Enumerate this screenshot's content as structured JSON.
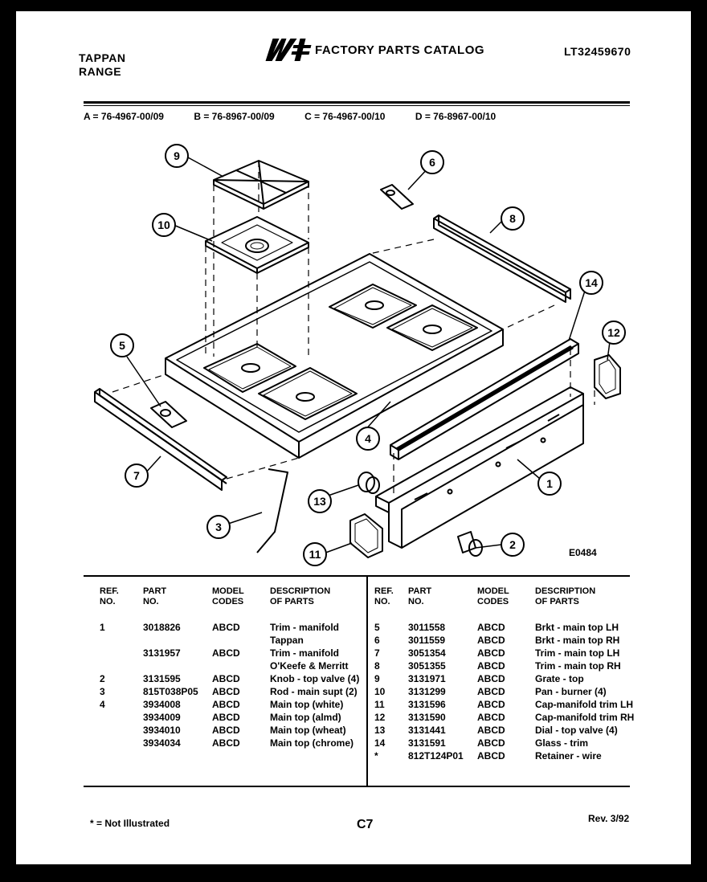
{
  "header": {
    "brand_line1": "TAPPAN",
    "brand_line2": "RANGE",
    "logo_text": "WCI",
    "catalog_title": "FACTORY PARTS CATALOG",
    "doc_number": "LT32459670"
  },
  "models": [
    "A = 76-4967-00/09",
    "B = 76-8967-00/09",
    "C = 76-4967-00/10",
    "D = 76-8967-00/10"
  ],
  "callouts": [
    "1",
    "2",
    "3",
    "4",
    "5",
    "6",
    "7",
    "8",
    "9",
    "10",
    "11",
    "12",
    "13",
    "14"
  ],
  "figure_code": "E0484",
  "table_headers": {
    "ref": "REF.\nNO.",
    "part": "PART\nNO.",
    "model": "MODEL\nCODES",
    "desc": "DESCRIPTION\nOF PARTS"
  },
  "parts_left": [
    {
      "ref": "1",
      "part": "3018826",
      "model": "ABCD",
      "desc": "Trim - manifold"
    },
    {
      "ref": "",
      "part": "",
      "model": "",
      "desc": "Tappan"
    },
    {
      "ref": "",
      "part": "3131957",
      "model": "ABCD",
      "desc": "Trim - manifold"
    },
    {
      "ref": "",
      "part": "",
      "model": "",
      "desc": "O'Keefe & Merritt"
    },
    {
      "ref": "2",
      "part": "3131595",
      "model": "ABCD",
      "desc": "Knob - top valve (4)"
    },
    {
      "ref": "3",
      "part": "815T038P05",
      "model": "ABCD",
      "desc": "Rod - main supt (2)"
    },
    {
      "ref": "4",
      "part": "3934008",
      "model": "ABCD",
      "desc": "Main top (white)"
    },
    {
      "ref": "",
      "part": "3934009",
      "model": "ABCD",
      "desc": "Main top (almd)"
    },
    {
      "ref": "",
      "part": "3934010",
      "model": "ABCD",
      "desc": "Main top (wheat)"
    },
    {
      "ref": "",
      "part": "3934034",
      "model": "ABCD",
      "desc": "Main top (chrome)"
    }
  ],
  "parts_right": [
    {
      "ref": "5",
      "part": "3011558",
      "model": "ABCD",
      "desc": "Brkt - main top LH"
    },
    {
      "ref": "6",
      "part": "3011559",
      "model": "ABCD",
      "desc": "Brkt - main top RH"
    },
    {
      "ref": "7",
      "part": "3051354",
      "model": "ABCD",
      "desc": "Trim - main top LH"
    },
    {
      "ref": "8",
      "part": "3051355",
      "model": "ABCD",
      "desc": "Trim - main top RH"
    },
    {
      "ref": "9",
      "part": "3131971",
      "model": "ABCD",
      "desc": "Grate - top"
    },
    {
      "ref": "10",
      "part": "3131299",
      "model": "ABCD",
      "desc": "Pan - burner (4)"
    },
    {
      "ref": "11",
      "part": "3131596",
      "model": "ABCD",
      "desc": "Cap-manifold trim LH"
    },
    {
      "ref": "12",
      "part": "3131590",
      "model": "ABCD",
      "desc": "Cap-manifold trim RH"
    },
    {
      "ref": "13",
      "part": "3131441",
      "model": "ABCD",
      "desc": "Dial - top valve (4)"
    },
    {
      "ref": "14",
      "part": "3131591",
      "model": "ABCD",
      "desc": "Glass - trim"
    },
    {
      "ref": "*",
      "part": "812T124P01",
      "model": "ABCD",
      "desc": "Retainer - wire"
    }
  ],
  "footer": {
    "note": "* = Not Illustrated",
    "page_code": "C7",
    "revision": "Rev. 3/92"
  }
}
